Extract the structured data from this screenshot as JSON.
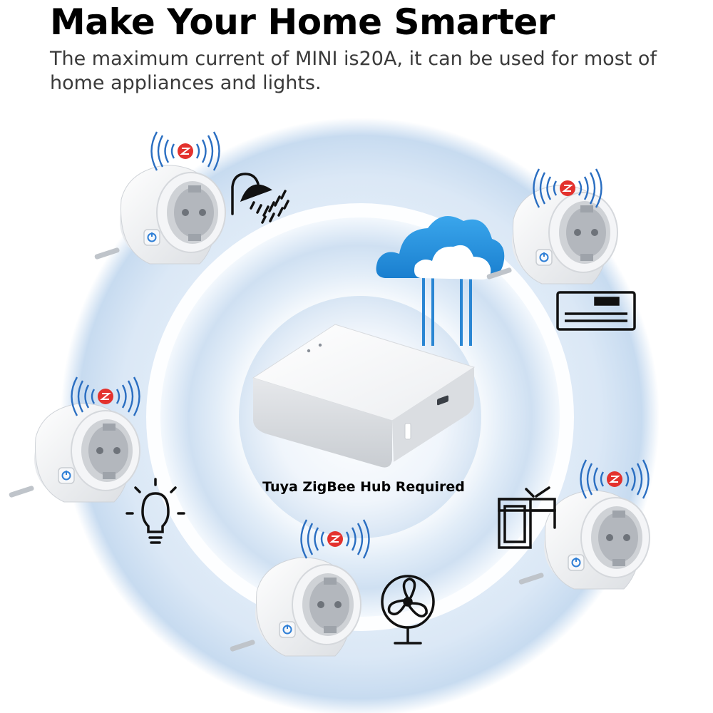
{
  "header": {
    "title": "Make Your Home Smarter",
    "subtitle": "The maximum current of MINI is20A, it can be used for most of home appliances and lights."
  },
  "hub": {
    "label": "Tuya ZigBee Hub Required"
  },
  "icons": [
    "zigbee-logo-icon",
    "shower-icon",
    "cloud-icon",
    "air-conditioner-icon",
    "light-bulb-icon",
    "tv-icon",
    "fan-icon"
  ],
  "colors": {
    "ring": "#c9ddf2",
    "cloud": "#1e8fd8",
    "zigbee_red": "#e3312d",
    "signal_blue": "#2a6ec1",
    "power_button": "#2f7fd6"
  }
}
